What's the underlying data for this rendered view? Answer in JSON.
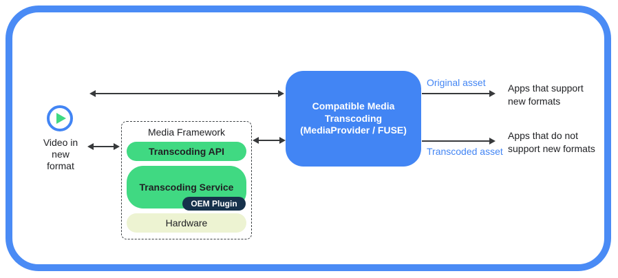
{
  "colors": {
    "frame_blue": "#4a8bf5",
    "box_blue": "#4285f4",
    "green": "#40d982",
    "navy": "#16314b",
    "cream": "#edf3d2",
    "arrow": "#37393b"
  },
  "source": {
    "icon": "play-icon",
    "label": "Video in\nnew\nformat"
  },
  "media_framework": {
    "title": "Media Framework",
    "transcoding_api": "Transcoding API",
    "transcoding_service": "Transcoding Service",
    "oem_plugin": "OEM Plugin",
    "hardware": "Hardware"
  },
  "transcoder": {
    "label": "Compatible Media\nTranscoding\n(MediaProvider / FUSE)"
  },
  "outputs": {
    "original_asset_label": "Original asset",
    "transcoded_asset_label": "Transcoded asset",
    "apps_support": "Apps that support\nnew formats",
    "apps_no_support": "Apps that do not\nsupport new formats"
  }
}
